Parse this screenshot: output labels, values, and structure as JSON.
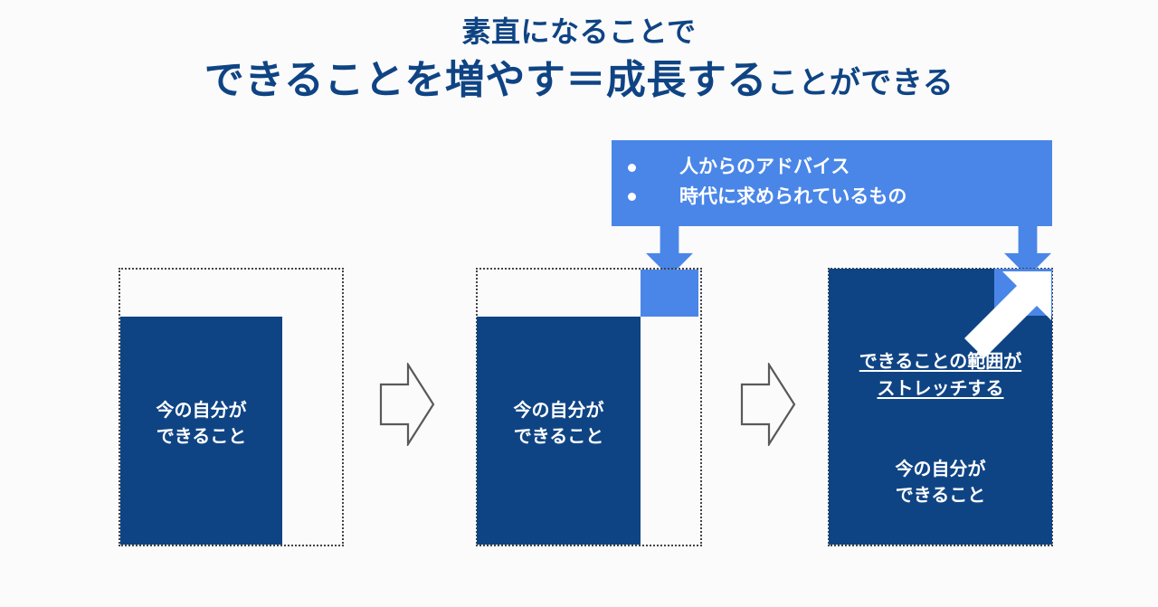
{
  "slide": {
    "background_color": "#fbfbfb",
    "dark_blue": "#0f4484",
    "light_blue": "#4a86e8",
    "outline_color": "#444444"
  },
  "title": {
    "line1": "素直になることで",
    "line2_big": "できることを増やす＝成長する",
    "line2_small": "ことができる"
  },
  "callout": {
    "items": [
      {
        "text": "人からのアドバイス"
      },
      {
        "text": "時代に求められているもの"
      }
    ]
  },
  "boxes": [
    {
      "id": "box-1",
      "label": "今の自分が\nできること"
    },
    {
      "id": "box-2",
      "label": "今の自分が\nできること"
    },
    {
      "id": "box-3",
      "stretch_label": "できることの範囲が\nストレッチする",
      "label": "今の自分が\nできること"
    }
  ]
}
